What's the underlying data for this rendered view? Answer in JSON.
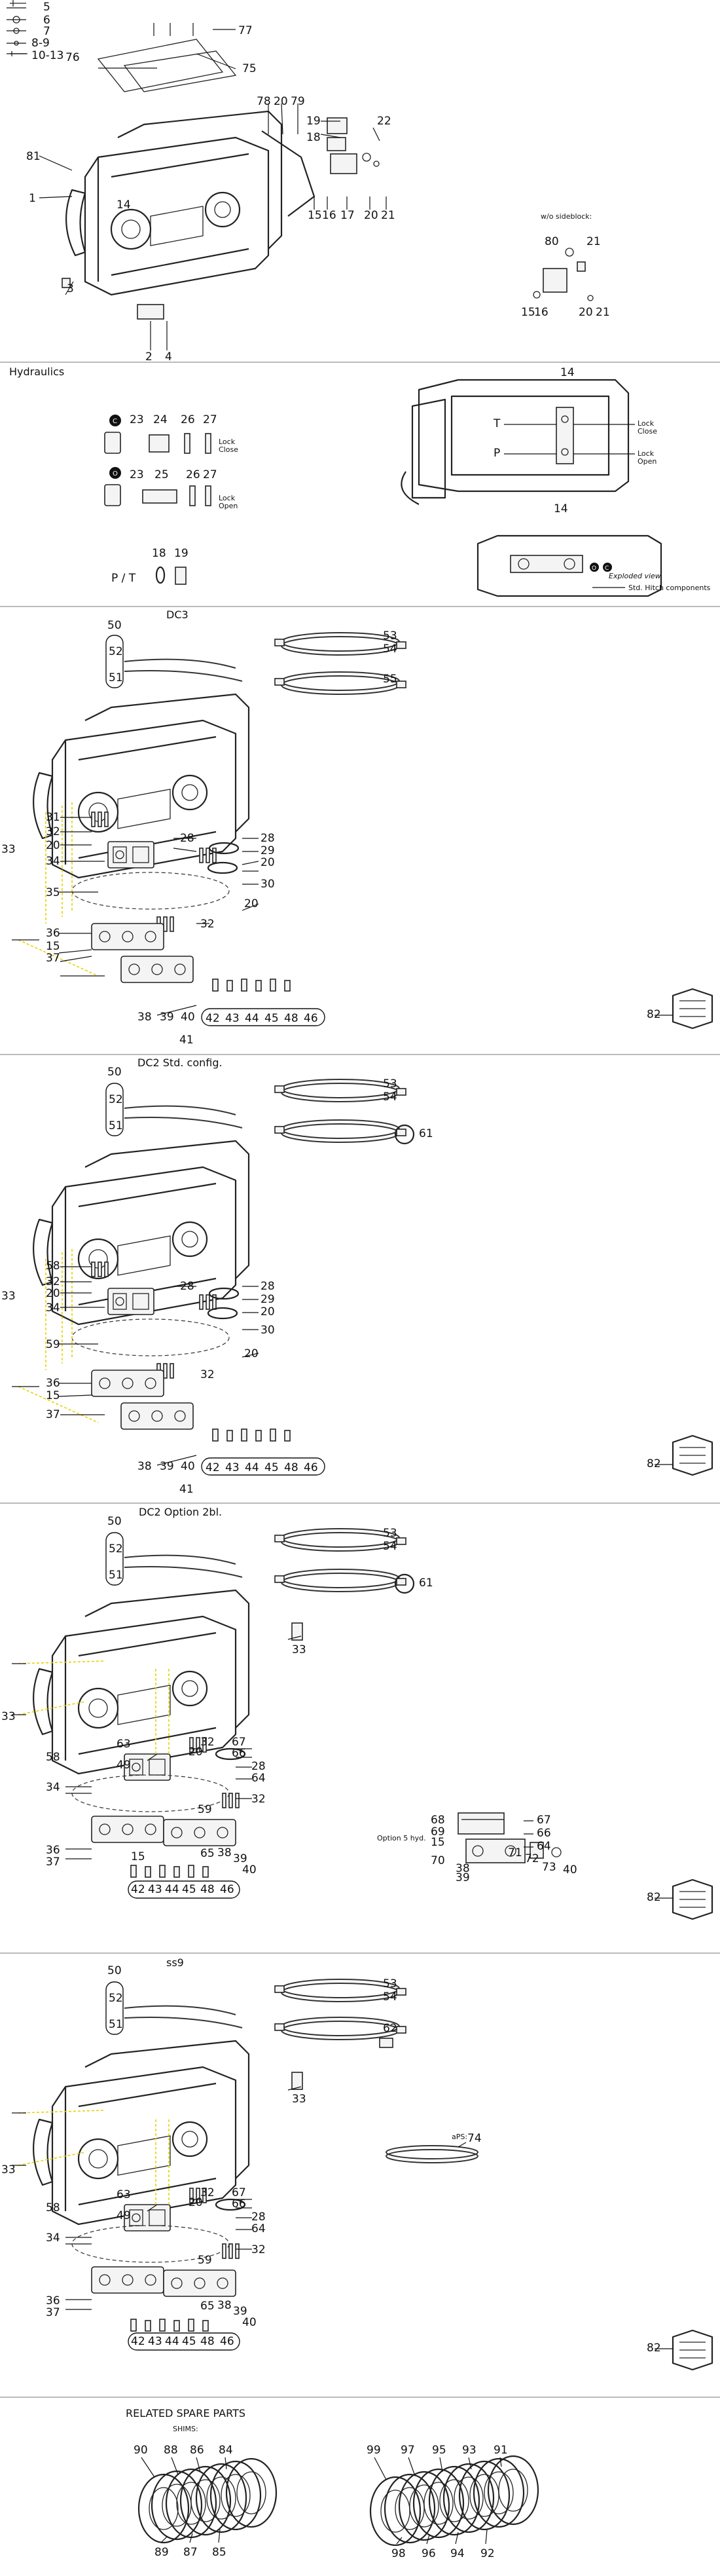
{
  "sections": {
    "hydraulics": "Hydraulics",
    "dc3": "DC3",
    "dc2_std": "DC2 Std. config.",
    "dc2_opt": "DC2 Option 2bl.",
    "ss9": "ss9",
    "related": "RELATED SPARE PARTS",
    "shims": "SHIMS:"
  },
  "notes": {
    "wo_sideblock": "w/o sideblock:",
    "lock_close": "Lock Close",
    "lock_open": "Lock Open",
    "lock": "Lock",
    "close": "Close",
    "open": "Open",
    "p_t": "P / T",
    "p": "P",
    "t": "T",
    "exploded_view": "Exploded view",
    "std_hitch": "Std. Hitch components",
    "option_5_hyd": "Option 5 hyd.",
    "aps": "aPS:",
    "c_mark": "C",
    "o_mark": "O"
  },
  "callouts": {
    "top": [
      "5",
      "6",
      "7",
      "8-9",
      "10-13",
      "77",
      "76",
      "75",
      "78",
      "20",
      "79",
      "19",
      "18",
      "22",
      "81",
      "1",
      "14",
      "15",
      "16",
      "17",
      "20",
      "21",
      "3",
      "2",
      "4"
    ],
    "wo_sideblock": [
      "80",
      "21",
      "15",
      "16",
      "20",
      "21"
    ],
    "hydraulics": [
      "23",
      "24",
      "26",
      "27",
      "23",
      "25",
      "26",
      "27",
      "18",
      "19",
      "14",
      "14"
    ],
    "dc3": [
      "50",
      "52",
      "51",
      "53",
      "54",
      "55",
      "31",
      "32",
      "20",
      "34",
      "33",
      "28",
      "28",
      "29",
      "20",
      "30",
      "35",
      "20",
      "36",
      "15",
      "32",
      "37",
      "38",
      "39",
      "40",
      "41",
      "42",
      "43",
      "44",
      "45",
      "48",
      "46",
      "82"
    ],
    "dc2_std": [
      "50",
      "52",
      "51",
      "53",
      "54",
      "61",
      "58",
      "32",
      "20",
      "34",
      "33",
      "28",
      "28",
      "29",
      "20",
      "30",
      "59",
      "20",
      "36",
      "15",
      "32",
      "37",
      "38",
      "39",
      "40",
      "41",
      "42",
      "43",
      "44",
      "45",
      "48",
      "46",
      "82"
    ],
    "dc2_opt": [
      "50",
      "52",
      "51",
      "53",
      "54",
      "61",
      "33",
      "33",
      "63",
      "32",
      "67",
      "20",
      "66",
      "49",
      "28",
      "58",
      "64",
      "34",
      "32",
      "59",
      "36",
      "37",
      "15",
      "65",
      "38",
      "39",
      "40",
      "42",
      "43",
      "44",
      "45",
      "48",
      "46",
      "68",
      "67",
      "69",
      "66",
      "15",
      "64",
      "70",
      "71",
      "72",
      "73",
      "38",
      "40",
      "39",
      "82"
    ],
    "ss9": [
      "50",
      "52",
      "51",
      "53",
      "54",
      "62",
      "33",
      "33",
      "63",
      "32",
      "67",
      "20",
      "66",
      "49",
      "28",
      "58",
      "64",
      "34",
      "32",
      "59",
      "36",
      "37",
      "65",
      "38",
      "39",
      "40",
      "42",
      "43",
      "44",
      "45",
      "48",
      "46",
      "74",
      "82"
    ],
    "shims_left_top": [
      "90",
      "88",
      "86",
      "84"
    ],
    "shims_left_bottom": [
      "89",
      "87",
      "85"
    ],
    "shims_right_top": [
      "99",
      "97",
      "95",
      "93",
      "91"
    ],
    "shims_right_bottom": [
      "98",
      "96",
      "94",
      "92"
    ]
  }
}
